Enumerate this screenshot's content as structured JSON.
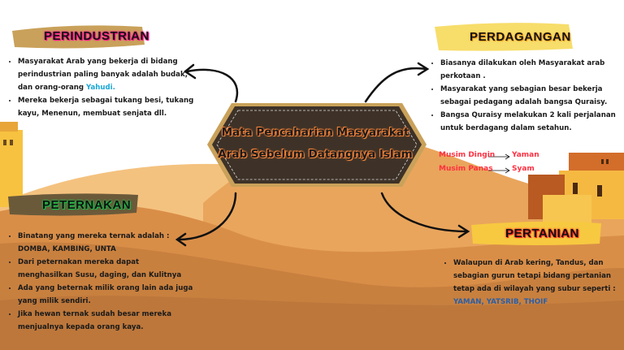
{
  "title": {
    "line1": "Mata Pencaharian Masyarakat",
    "line2": "Arab Sebelum Datangnya Islam"
  },
  "perindustrian": {
    "label": "PERINDUSTRIAN",
    "bullet1_text": "Masyarakat Arab yang bekerja di bidang perindustrian paling banyak adalah budak, dan orang-orang ",
    "bullet1_highlight": "Yahudi.",
    "bullet2": "Mereka bekerja sebagai tukang besi, tukang kayu, Menenun, membuat senjata dll."
  },
  "perdagangan": {
    "label": "PERDAGANGAN",
    "bullets": [
      "Biasanya dilakukan oleh Masyarakat arab perkotaan .",
      "Masyarakat yang sebagian  besar  bekerja sebagai pedagang adalah bangsa Quraisy.",
      "Bangsa Quraisy melakukan 2 kali perjalanan  untuk berdagang dalam setahun."
    ],
    "routes": [
      {
        "season": "Musim Dingin",
        "destination": "Yaman"
      },
      {
        "season": "Musim Panas",
        "destination": "Syam"
      }
    ]
  },
  "peternakan": {
    "label": "PETERNAKAN",
    "bullets": [
      "Binatang yang mereka ternak adalah : DOMBA, KAMBING, UNTA",
      "Dari peternakan mereka dapat menghasilkan Susu, daging, dan Kulitnya",
      "Ada yang beternak milik orang lain ada juga yang milik sendiri.",
      "Jika hewan ternak sudah besar mereka menjualnya kepada orang kaya."
    ]
  },
  "pertanian": {
    "label": "PERTANIAN",
    "bullet_text": "Walaupun di Arab kering, Tandus, dan sebagian gurun tetapi  bidang pertanian tetap ada di wilayah yang subur seperti : ",
    "bullet_highlight": "YAMAN, YATSRIB, THOIF"
  },
  "colors": {
    "dune_light": "#f2b46a",
    "dune_mid": "#d98e48",
    "dune_dark": "#c47a3a",
    "center": "#3e3228",
    "pink": "#ff1493",
    "green": "#19c24a",
    "red": "#ff2a2a",
    "yellow_brush": "#f7dd6a",
    "tan_brush": "#c9a15a",
    "olive_brush": "#6b5a3a"
  }
}
